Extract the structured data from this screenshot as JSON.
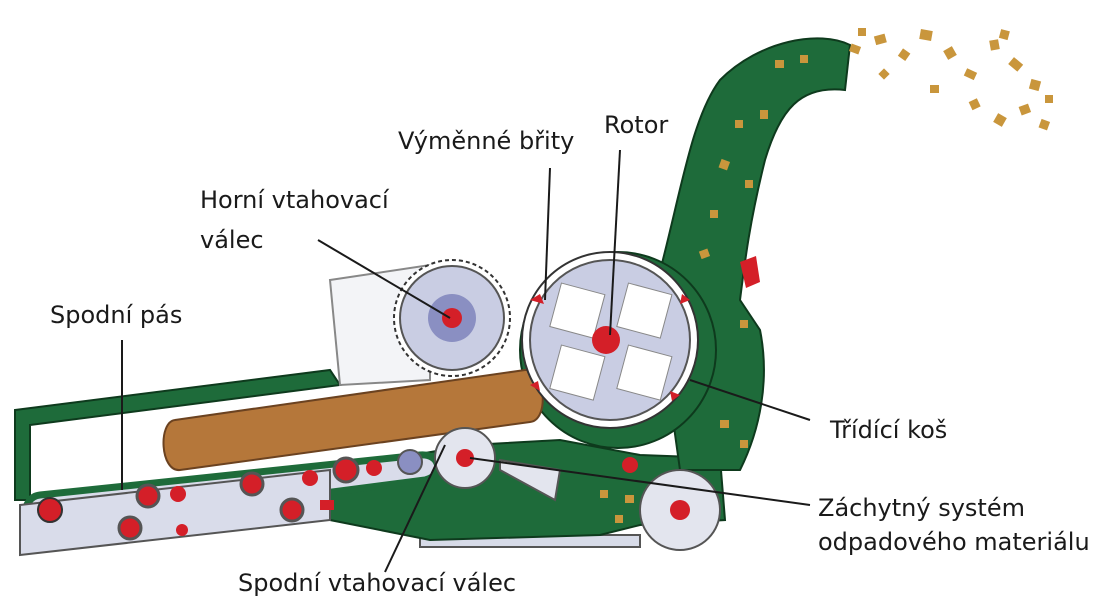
{
  "labels": {
    "rotor": "Rotor",
    "blades": "Výměnné břity",
    "upper_roller": [
      "Horní vtahovací",
      "válec"
    ],
    "bottom_belt": "Spodní pás",
    "screen": "Třídící koš",
    "waste_system": [
      "Záchytný systém",
      "odpadového materiálu"
    ],
    "lower_roller": "Spodní vtahovací válec"
  },
  "colors": {
    "body_green": "#1e6b3a",
    "log_brown": "#b5773a",
    "chips": "#c9963c",
    "hub_red": "#d41f28",
    "steel": "#c9cde3",
    "outline": "#1a1a1a"
  }
}
